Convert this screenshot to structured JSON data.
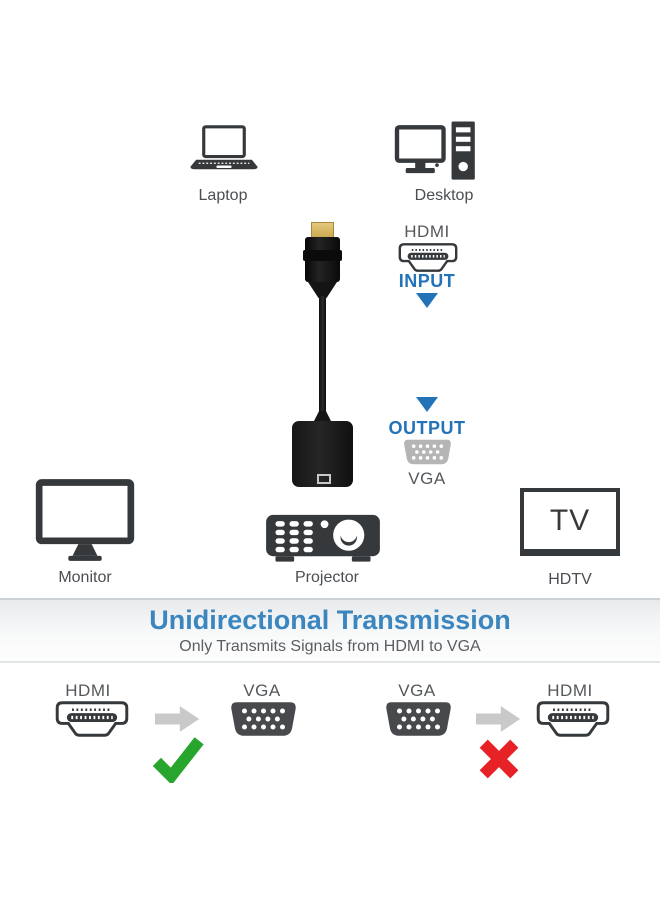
{
  "colors": {
    "title-blue": "#3c86c0",
    "io-blue": "#2273b8",
    "icon-dark": "#36393c",
    "label-gray": "#4b4e52",
    "conn-label": "#55585b",
    "check-green": "#28a52c",
    "cross-red": "#e62226",
    "arrow-gray": "#c9c9c9",
    "vga-gray": "#b5b5b5",
    "vga-dark": "#47494c",
    "banner-border-top": "#ccd1d6",
    "banner-border-bottom": "#e2e5e8"
  },
  "icons": {
    "laptop-icon": "laptop silhouette",
    "desktop-icon": "desktop pc with tower",
    "hdmi-connector-icon": "HDMI plug outline",
    "vga-connector-icon": "VGA 15-pin connector",
    "input-triangle-icon": "blue downward triangle",
    "output-triangle-icon": "blue downward triangle",
    "monitor-icon": "monitor with stand",
    "projector-icon": "projector with lens and vents",
    "hdtv-icon": "TV rectangle",
    "right-arrow-icon": "gray right block arrow",
    "check-icon": "green checkmark",
    "cross-icon": "red X"
  },
  "top_devices": {
    "laptop_label": "Laptop",
    "desktop_label": "Desktop"
  },
  "input_section": {
    "connector_label": "HDMI",
    "direction_label": "INPUT"
  },
  "output_section": {
    "direction_label": "OUTPUT",
    "connector_label": "VGA"
  },
  "bottom_devices": {
    "monitor_label": "Monitor",
    "projector_label": "Projector",
    "hdtv_label": "HDTV",
    "tv_text": "TV"
  },
  "banner": {
    "title": "Unidirectional Transmission",
    "subtitle": "Only Transmits Signals from HDMI to VGA"
  },
  "comparison": {
    "allowed": {
      "from_label": "HDMI",
      "to_label": "VGA",
      "result": "allowed"
    },
    "blocked": {
      "from_label": "VGA",
      "to_label": "HDMI",
      "result": "blocked"
    }
  }
}
